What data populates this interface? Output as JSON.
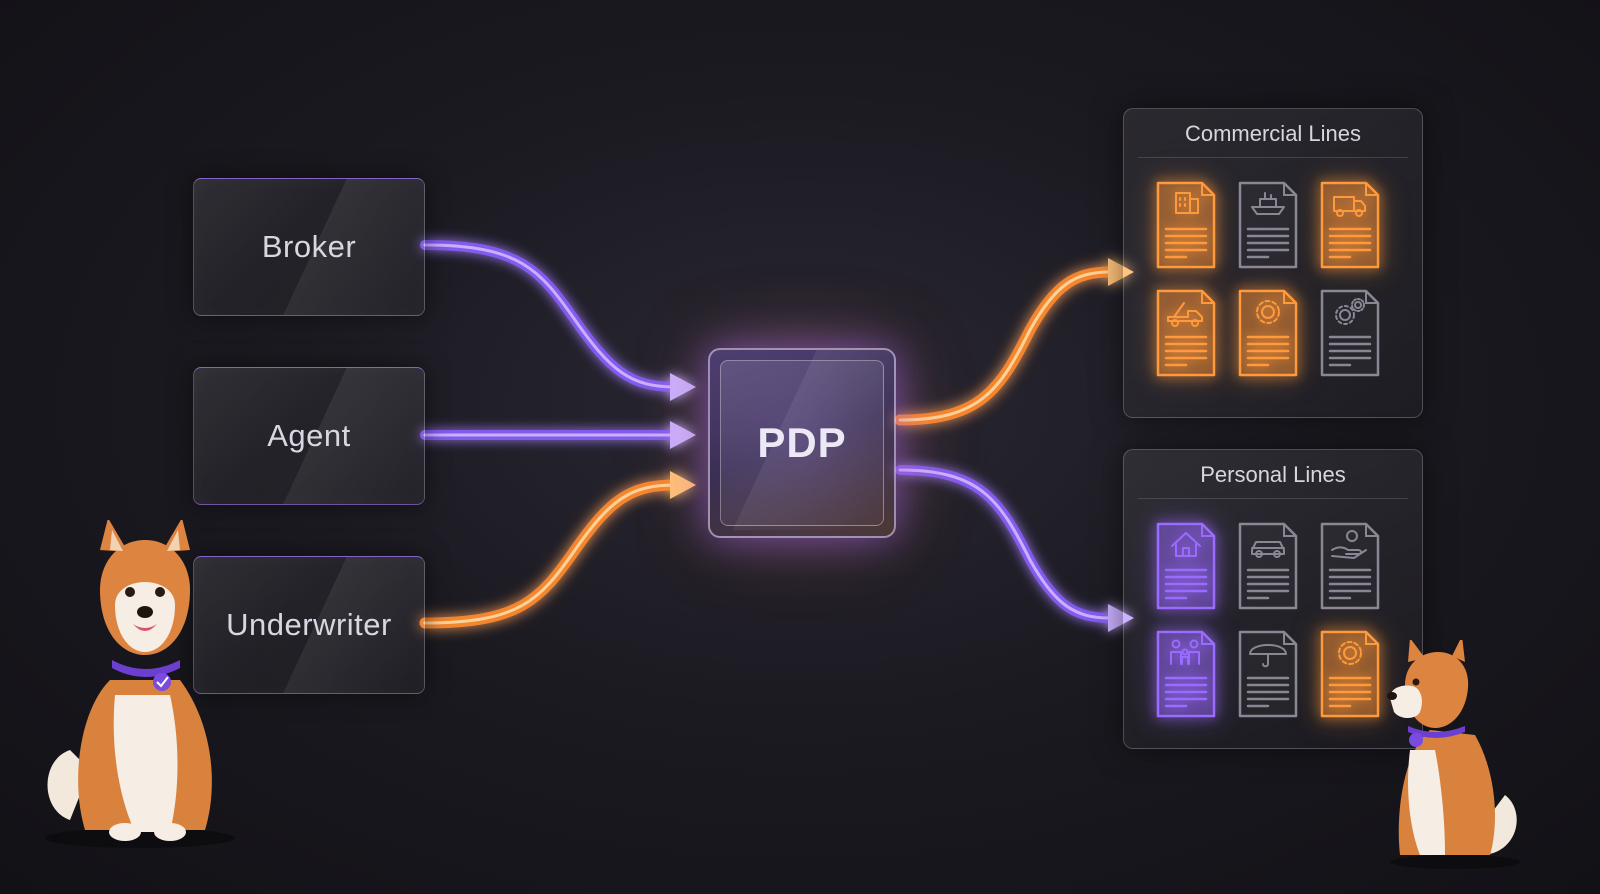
{
  "nodes": {
    "broker": "Broker",
    "agent": "Agent",
    "underwriter": "Underwriter",
    "hub": "PDP"
  },
  "panels": {
    "commercial": {
      "title": "Commercial Lines",
      "docs": [
        {
          "icon": "building-icon",
          "state": "active-orange"
        },
        {
          "icon": "ship-icon",
          "state": "inactive"
        },
        {
          "icon": "truck-icon",
          "state": "active-orange"
        },
        {
          "icon": "tow-truck-icon",
          "state": "active-orange"
        },
        {
          "icon": "gear-icon",
          "state": "active-orange"
        },
        {
          "icon": "gears-icon",
          "state": "inactive"
        }
      ]
    },
    "personal": {
      "title": "Personal Lines",
      "docs": [
        {
          "icon": "house-icon",
          "state": "active-purple"
        },
        {
          "icon": "car-icon",
          "state": "inactive"
        },
        {
          "icon": "hand-coin-icon",
          "state": "inactive"
        },
        {
          "icon": "family-icon",
          "state": "active-purple"
        },
        {
          "icon": "umbrella-icon",
          "state": "inactive"
        },
        {
          "icon": "gear-icon",
          "state": "active-orange"
        }
      ]
    }
  },
  "colors": {
    "purple": "#9b6bff",
    "orange": "#ff9a3c",
    "inactive": "#8a8794",
    "background": "#1b1a21"
  },
  "mascots": [
    {
      "name": "shiba-dog-left"
    },
    {
      "name": "shiba-dog-right"
    }
  ]
}
